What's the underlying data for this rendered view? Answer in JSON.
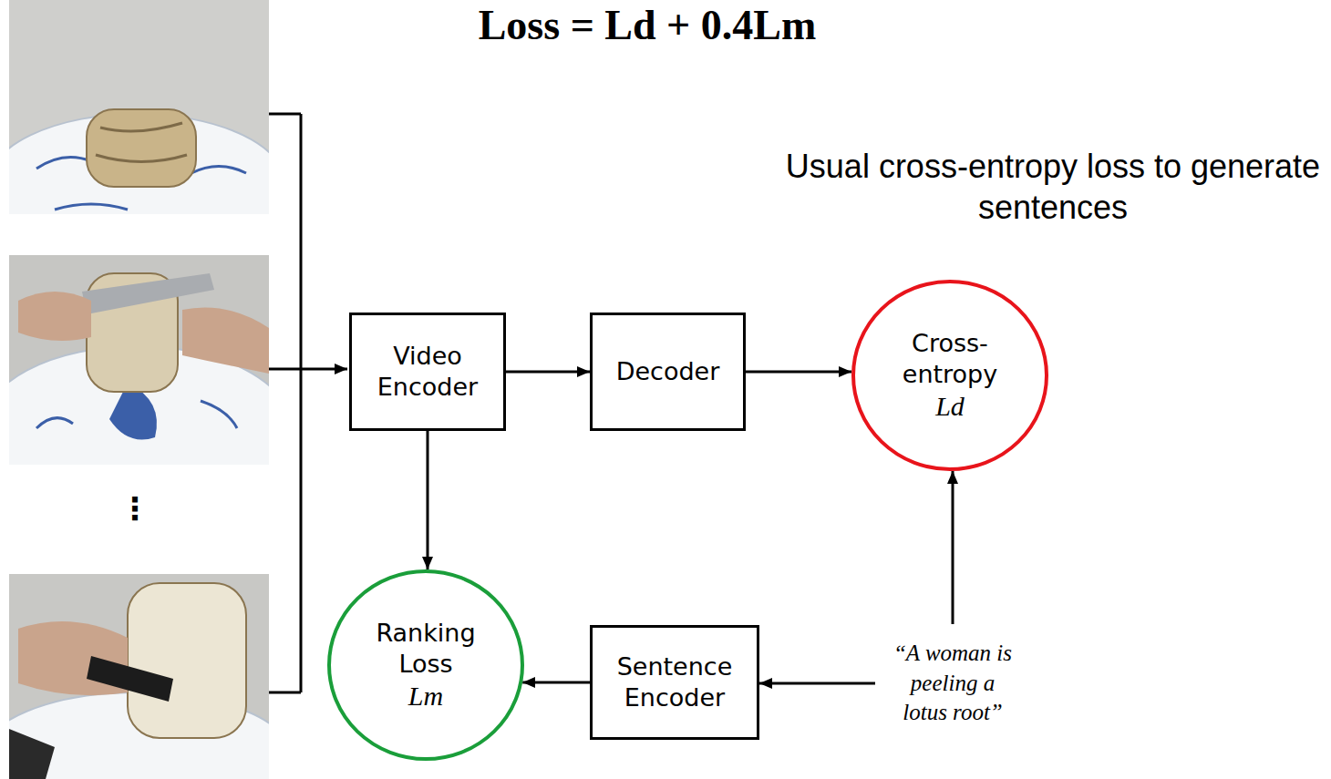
{
  "diagram": {
    "title": "Loss = Ld + 0.4Lm",
    "nodes": [
      {
        "text": [
          "Video Encoder"
        ]
      },
      {
        "text": [
          "Decoder"
        ]
      },
      {
        "text": [
          "Cross-entropy",
          "Ld"
        ]
      },
      {
        "text": [
          "Ranking Loss",
          "Lm"
        ]
      },
      {
        "text": [
          "Sentence Encoder"
        ]
      },
      {
        "text": [
          "“A woman is peeling a lotus root”"
        ]
      }
    ],
    "edges": [
      {
        "from": 0,
        "to": 1,
        "arrow": "to"
      },
      {
        "from": 1,
        "to": 2,
        "arrow": "to"
      },
      {
        "from": 0,
        "to": 3,
        "arrow": "to"
      },
      {
        "from": 4,
        "to": 3,
        "arrow": "to"
      },
      {
        "from": 5,
        "to": 4,
        "arrow": "to"
      },
      {
        "from": 5,
        "to": 2,
        "arrow": "to"
      }
    ],
    "labels": [
      "Usual cross-entropy loss to generate sentences",
      "⋮"
    ]
  }
}
